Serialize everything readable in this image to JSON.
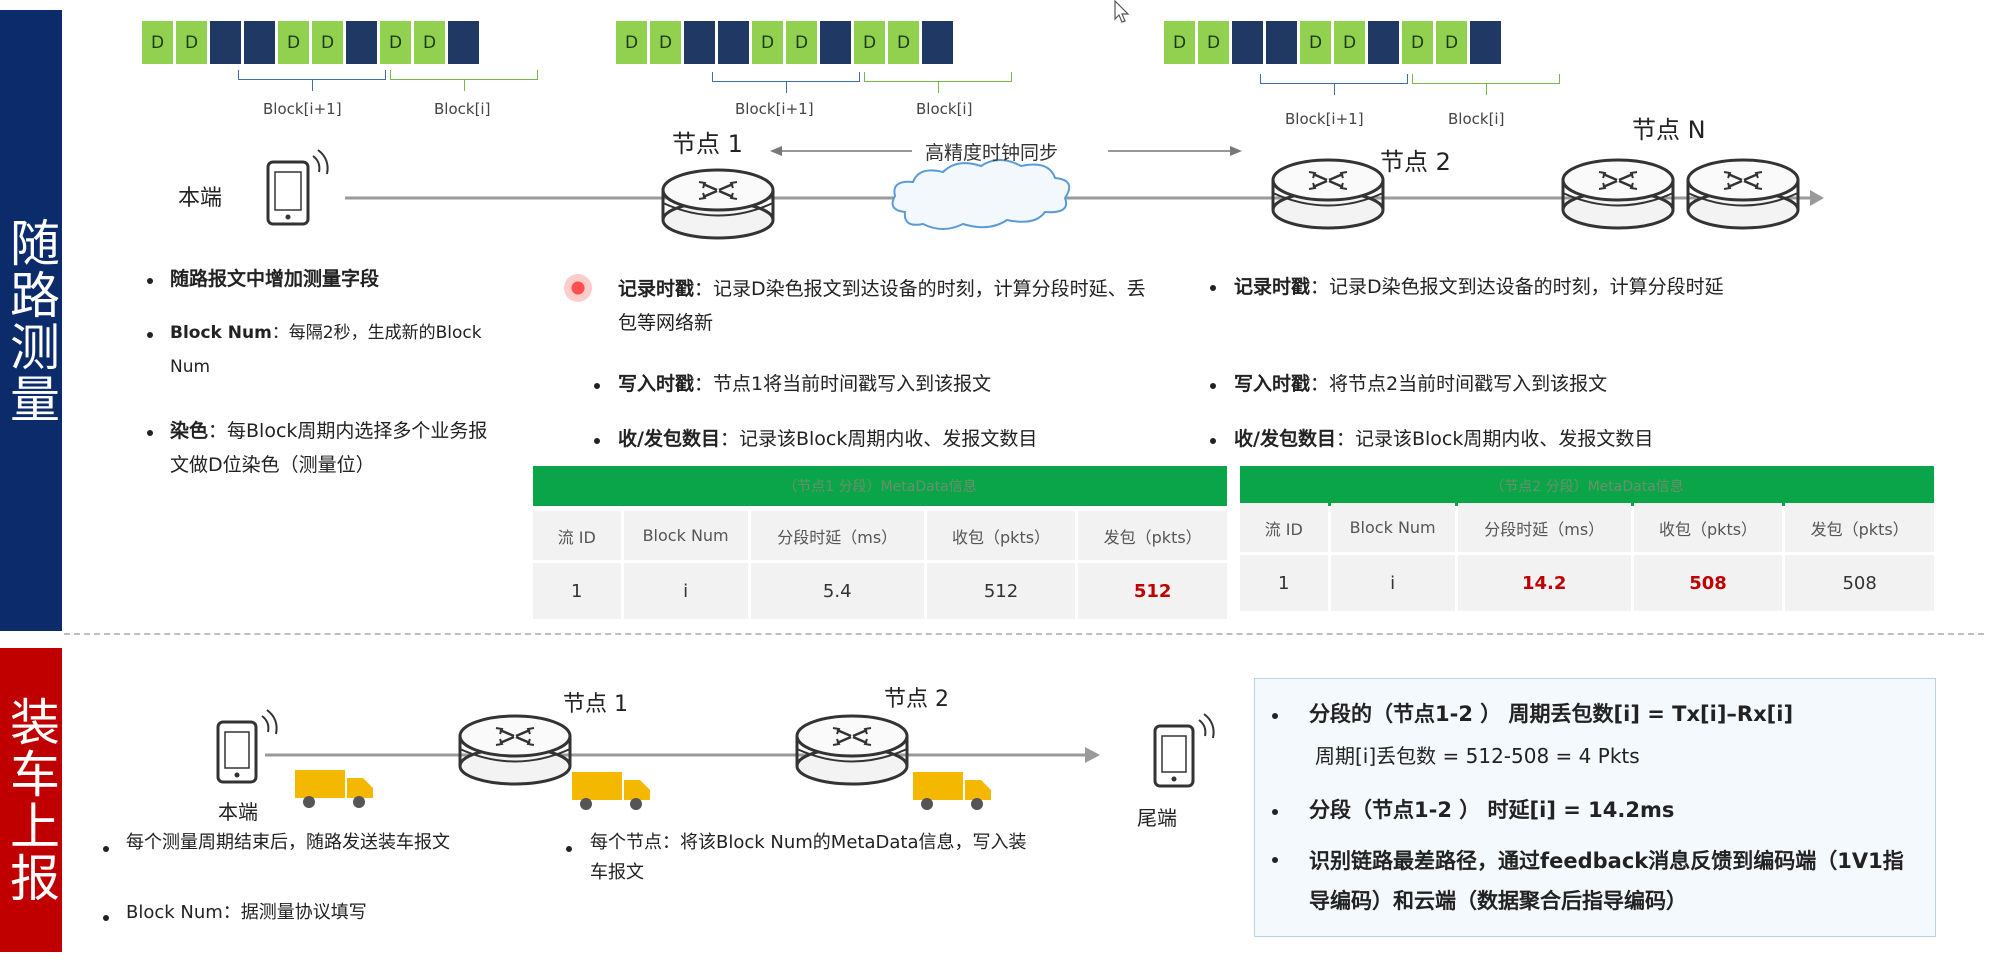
{
  "sidebar": {
    "top_label": "随路测量",
    "bottom_label": "装车上报",
    "color": "#0b2b6b",
    "bottom_color": "#c00000"
  },
  "block_strip": {
    "cells": [
      "D",
      "D",
      "",
      "",
      "D",
      "D",
      "",
      "D",
      "D",
      ""
    ],
    "d_color": "#92d050",
    "data_color": "#203864"
  },
  "top": {
    "local_label": "本端",
    "node1_label": "节点 1",
    "node2_label": "节点 2",
    "nodeN_label": "节点 N",
    "clock_sync_label": "高精度时钟同步",
    "block_i_plus_1": "Block[i+1]",
    "block_i": "Block[i]"
  },
  "left_bullets": [
    {
      "bold": "随路报文中增加测量字段",
      "text": ""
    },
    {
      "bold": "Block Num",
      "text": "：每隔2秒，生成新的Block Num"
    },
    {
      "bold": "染色",
      "text": "：每Block周期内选择多个业务报文做D位染色（测量位）"
    }
  ],
  "mid_bullets": [
    {
      "bold": "记录时戳",
      "text": "：记录D染色报文到达设备的时刻，计算分段时延、丢包等网络新"
    },
    {
      "bold": "写入时戳",
      "text": "：节点1将当前时间戳写入到该报文"
    },
    {
      "bold": "收/发包数目",
      "text": "：记录该Block周期内收、发报文数目"
    }
  ],
  "right_bullets": [
    {
      "bold": "记录时戳",
      "text": "：记录D染色报文到达设备的时刻，计算分段时延"
    },
    {
      "bold": "写入时戳",
      "text": "：将节点2当前时间戳写入到该报文"
    },
    {
      "bold": "收/发包数目",
      "text": "：记录该Block周期内收、发报文数目"
    }
  ],
  "table1": {
    "title": "（节点1 分段）MetaData信息",
    "headers": [
      "流 ID",
      "Block Num",
      "分段时延（ms）",
      "收包（pkts）",
      "发包（pkts）"
    ],
    "row": [
      "1",
      "i",
      "5.4",
      "512",
      "512"
    ]
  },
  "table2": {
    "title": "（节点2 分段）MetaData信息",
    "headers": [
      "流 ID",
      "Block Num",
      "分段时延（ms）",
      "收包（pkts）",
      "发包（pkts）"
    ],
    "row": [
      "1",
      "i",
      "14.2",
      "508",
      "508"
    ]
  },
  "bottom": {
    "local_label": "本端",
    "node1_label": "节点 1",
    "node2_label": "节点 2",
    "tail_label": "尾端",
    "left_bullet_1": "每个测量周期结束后，随路发送装车报文",
    "left_bullet_2": "Block Num：据测量协议填写",
    "mid_bullet": "每个节点：将该Block Num的MetaData信息，写入装车报文"
  },
  "summary": {
    "line1": "分段的（节点1-2 ） 周期丢包数[i] = Tx[i]–Rx[i]",
    "line1_sub": "周期[i]丢包数 = 512-508 = 4 Pkts",
    "line2": "分段（节点1-2 ） 时延[i] = 14.2ms",
    "line3": "识别链路最差路径，通过feedback消息反馈到编码端（1V1指导编码）和云端（数据聚合后指导编码）"
  }
}
